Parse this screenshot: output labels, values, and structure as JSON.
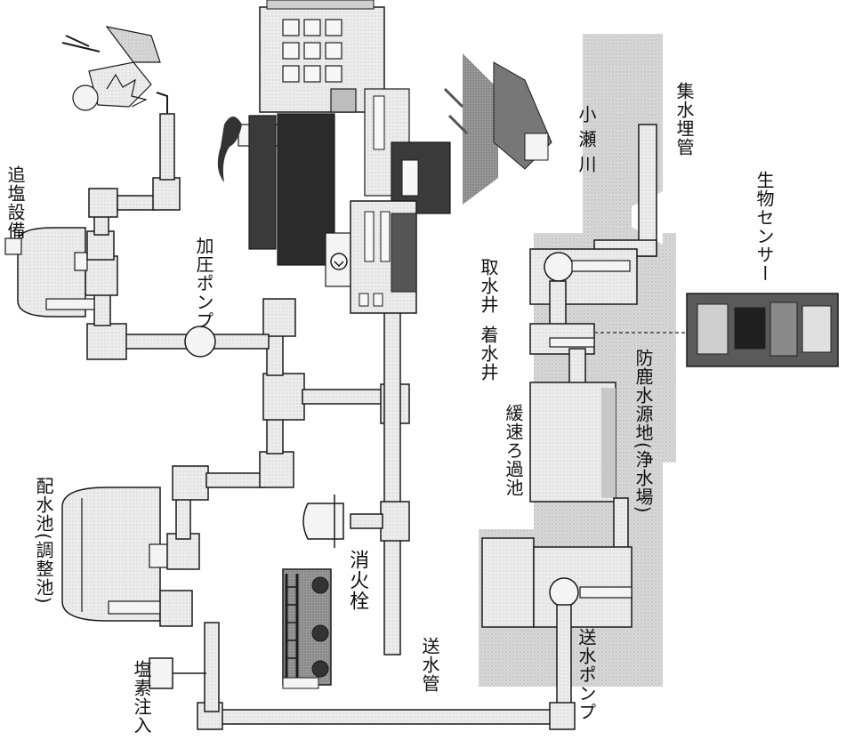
{
  "labels": {
    "chlorine_booster": "追塩設備",
    "booster_pump": "加圧ポンプ",
    "kose_river": "小瀬川",
    "collection_pipe": "集水埋管",
    "bio_sensor": "生物センサー",
    "intake_well": "取水井",
    "receiving_well": "着水井",
    "slow_sand_filter": "緩速ろ過池",
    "water_source_plant": "防鹿水源地(浄水場)",
    "distribution_reservoir": "配水池(調整池)",
    "fire_hydrant": "消火栓",
    "chlorine_injection": "塩素注入",
    "transmission_pipe": "送水管",
    "transmission_pump": "送水ポンプ"
  },
  "colors": {
    "pipe_fill": "#e3e3e3",
    "stroke": "#1a1a1a",
    "source_area": "#d2d2d2",
    "building_dark": "#2b2b2b"
  },
  "icons": [
    "sprinkler-person-icon",
    "building-icon",
    "factory-icon",
    "shrine-icon",
    "fire-truck-icon",
    "sensor-device-icon"
  ]
}
